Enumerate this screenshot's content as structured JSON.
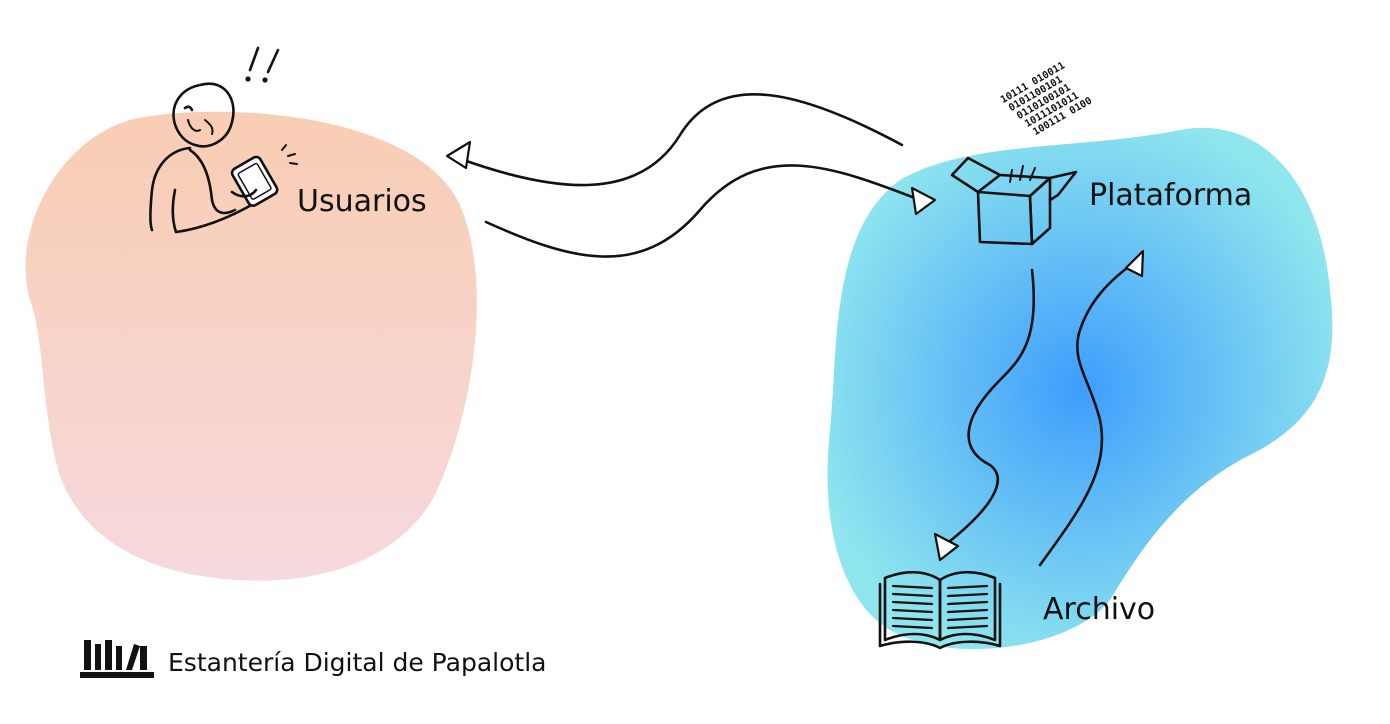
{
  "nodes": {
    "usuarios": {
      "label": "Usuarios",
      "color_top": "#f9cdb3",
      "color_bottom": "#f6d9de"
    },
    "plataforma": {
      "label": "Plataforma",
      "color_center": "#3f9dfc",
      "color_edge": "#8fe6ee"
    },
    "archivo": {
      "label": "Archivo"
    }
  },
  "edges": [
    {
      "from": "plataforma",
      "to": "usuarios"
    },
    {
      "from": "usuarios",
      "to": "plataforma"
    },
    {
      "from": "plataforma",
      "to": "archivo"
    },
    {
      "from": "archivo",
      "to": "plataforma"
    }
  ],
  "icons": {
    "person": "person-with-phone-icon",
    "exclamation": "double-exclamation-icon",
    "box": "open-box-with-binary-icon",
    "book": "open-book-icon",
    "logo": "bookshelf-logo-icon"
  },
  "binary_lines": [
    "10111 010011",
    "0101100101",
    "0110100101",
    "1011101011",
    "100111 0100"
  ],
  "brand": {
    "name": "Estantería Digital de Papalotla"
  }
}
